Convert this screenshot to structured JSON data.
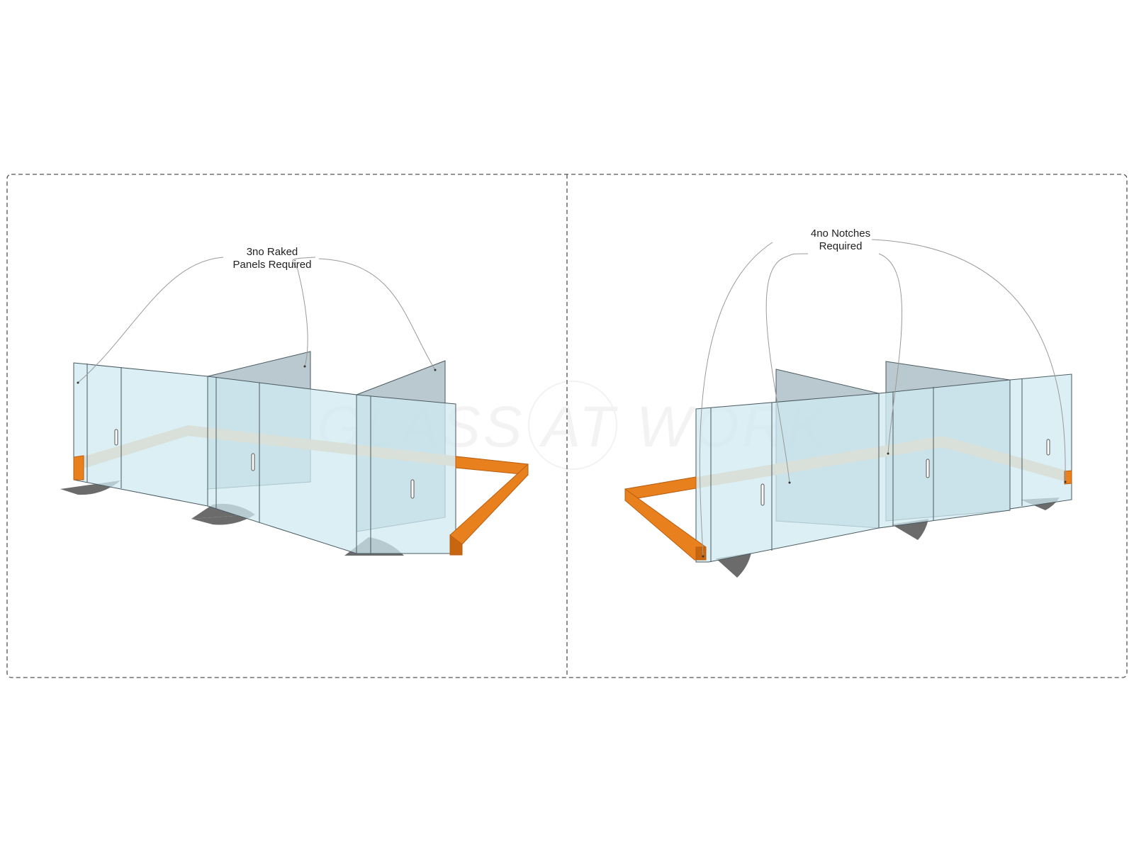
{
  "left_panel": {
    "callout_line1": "3no Raked",
    "callout_line2": "Panels Required"
  },
  "right_panel": {
    "callout_line1": "4no Notches",
    "callout_line2": "Required"
  },
  "watermark": "GLASS AT WORK",
  "colors": {
    "glass_fill": "#cfe9f2",
    "glass_back": "#aebfc8",
    "glass_edge": "#4a5a60",
    "timber": "#e8801e",
    "timber_dark": "#b95e10",
    "timber_band": "#f2c48e",
    "shadow": "#6b6b6b",
    "border": "#555555",
    "leader": "#9a9a9a"
  }
}
